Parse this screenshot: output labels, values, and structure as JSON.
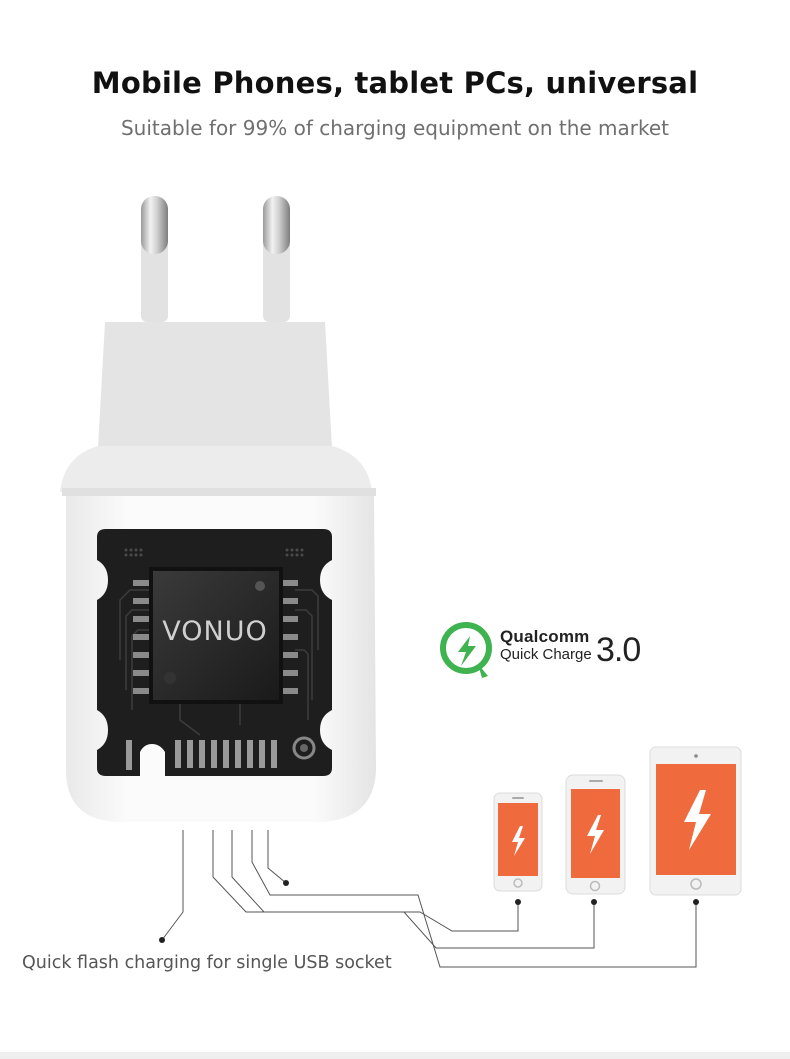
{
  "header": {
    "title": "Mobile Phones, tablet PCs, universal",
    "subtitle": "Suitable for 99% of charging equipment on the market"
  },
  "chip": {
    "brand": "VONUO"
  },
  "qualcomm": {
    "brand": "Qualcomm",
    "product": "Quick Charge",
    "version": "3.0"
  },
  "caption": {
    "single_usb": "Quick flash charging for single USB socket"
  },
  "colors": {
    "screen_orange": "#ef6a3c",
    "qc_green": "#3fb34f",
    "chip_black": "#1c1c1c",
    "charger_white": "#f4f4f4"
  },
  "icons": [
    "charger-plug",
    "circuit-chip",
    "qualcomm-logo-icon",
    "lightning-bolt-icon",
    "phone-small",
    "phone-medium",
    "tablet"
  ]
}
